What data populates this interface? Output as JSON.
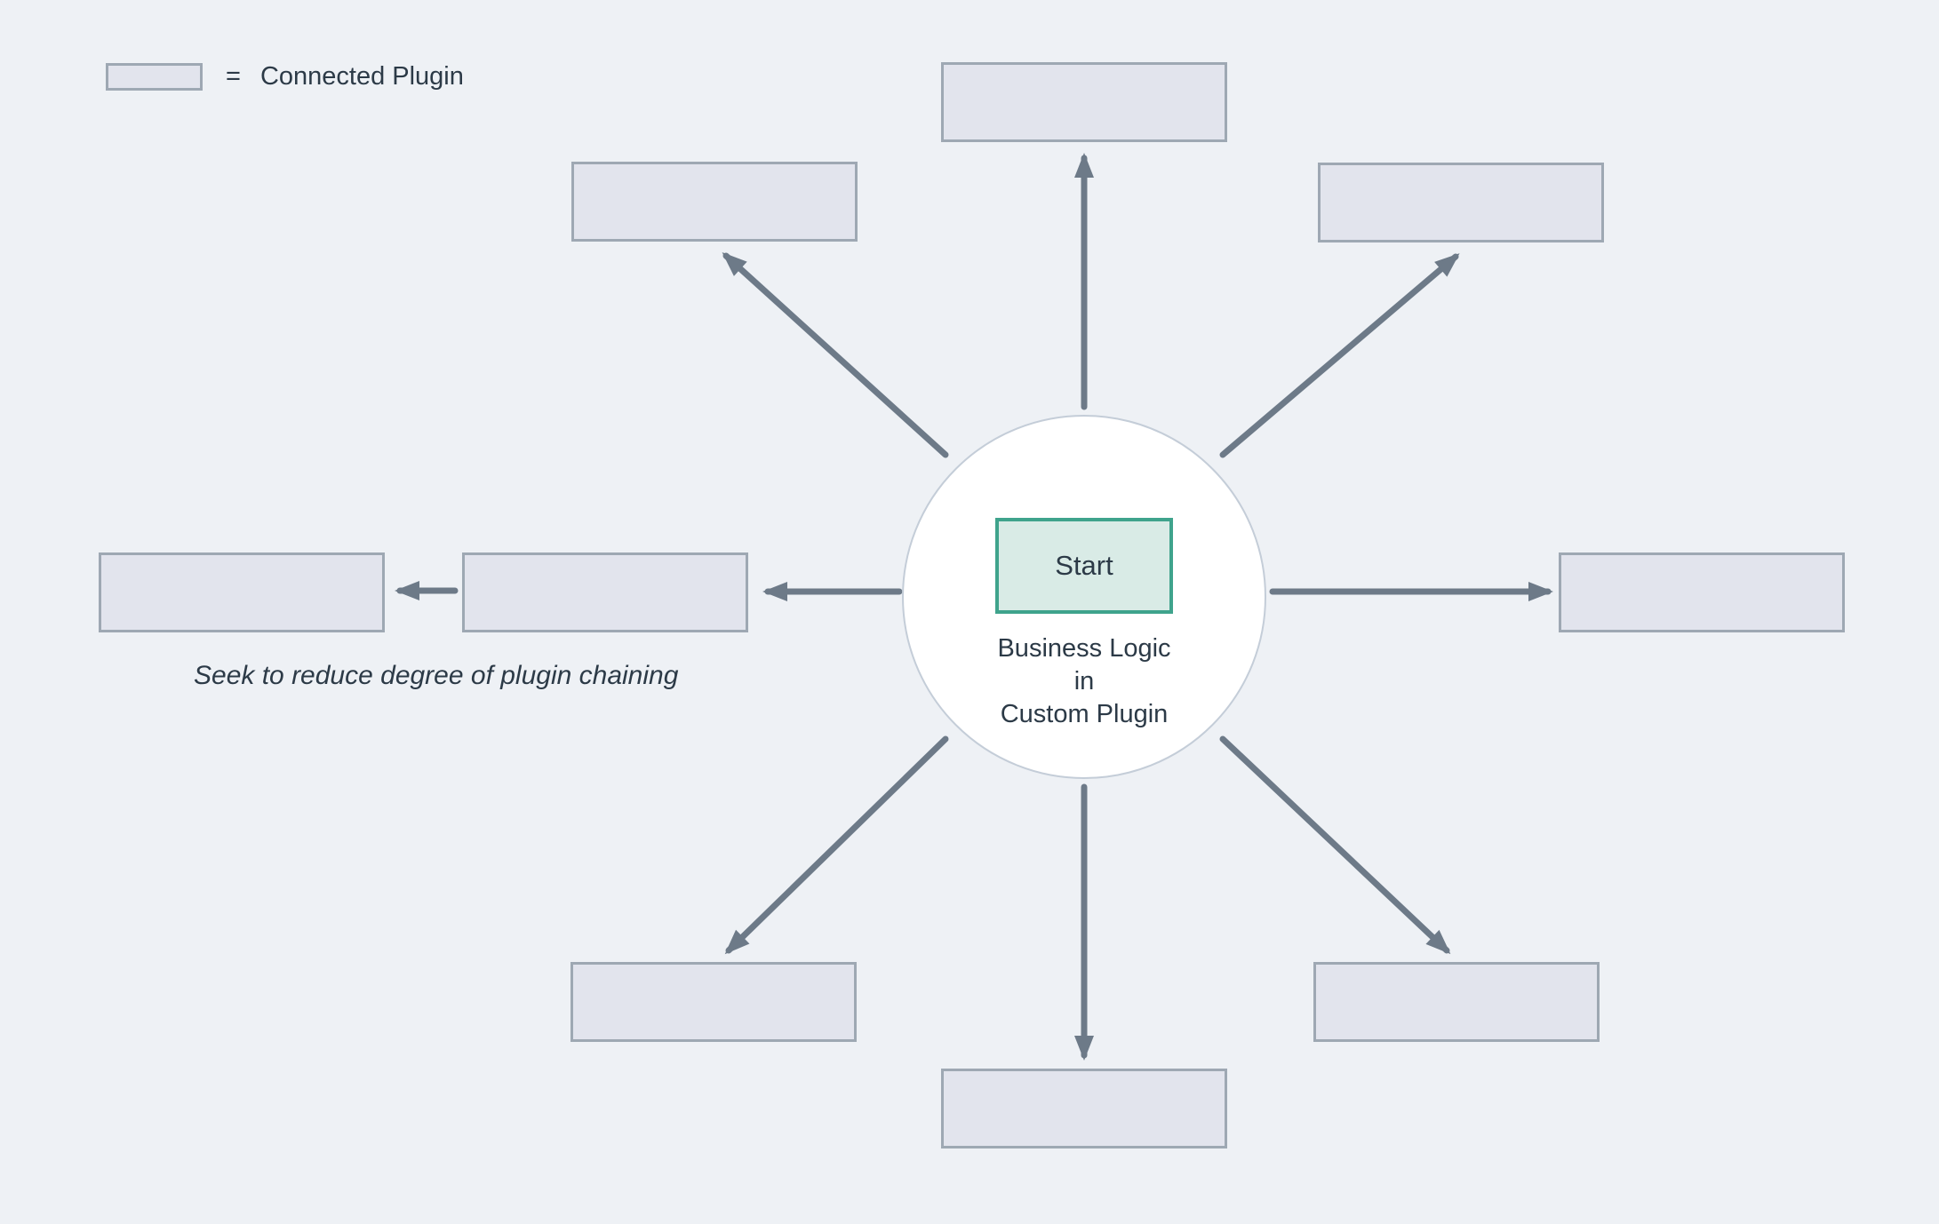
{
  "legend": {
    "equals": "=",
    "label": "Connected Plugin"
  },
  "note": "Seek to reduce degree of plugin chaining",
  "hub": {
    "start_label": "Start",
    "caption": [
      "Business Logic",
      "in",
      "Custom Plugin"
    ]
  },
  "colors": {
    "background": "#eef1f5",
    "plugin_box_fill": "#e2e4ed",
    "plugin_box_border": "#9ea8b3",
    "arrow": "#6d7a88",
    "hub_circle_fill": "#ffffff",
    "hub_circle_border": "#c4cdd8",
    "start_fill": "#d9ebe6",
    "start_border": "#3fa38c",
    "text": "#2c3a47"
  }
}
